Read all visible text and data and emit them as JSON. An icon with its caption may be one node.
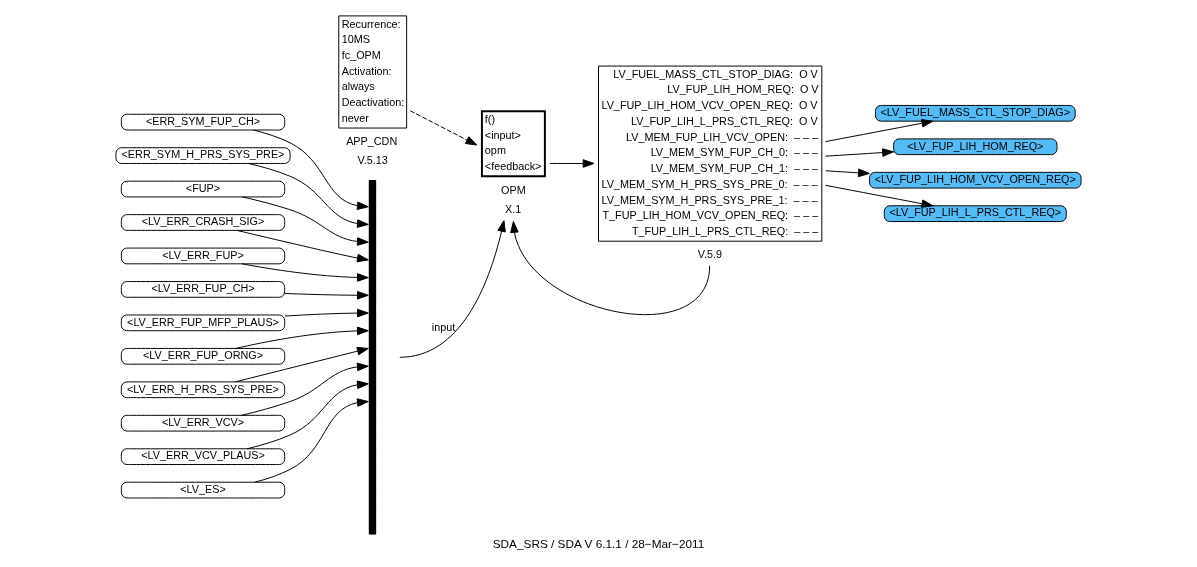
{
  "diagram": {
    "caption": "SDA_SRS / SDA V 6.1.1 / 28−Mar−2011",
    "nodes": [
      {
        "text": [
          "Recurrence:",
          "10MS",
          "fc_OPM",
          "Activation:",
          "always",
          "Deactivation:",
          "never"
        ],
        "beside": [
          "APP_CDN",
          "V.5.13"
        ]
      },
      {
        "text": [
          "<ERR_SYM_FUP_CH>"
        ]
      },
      {
        "text": [
          "<ERR_SYM_H_PRS_SYS_PRE>"
        ]
      },
      {
        "text": [
          "<FUP>"
        ]
      },
      {
        "text": [
          "<LV_ERR_CRASH_SIG>"
        ]
      },
      {
        "text": [
          "<LV_ERR_FUP>"
        ]
      },
      {
        "text": [
          "<LV_ERR_FUP_CH>"
        ]
      },
      {
        "text": [
          "<LV_ERR_FUP_MFP_PLAUS>"
        ]
      },
      {
        "text": [
          "<LV_ERR_FUP_ORNG>"
        ]
      },
      {
        "text": [
          "<LV_ERR_H_PRS_SYS_PRE>"
        ]
      },
      {
        "text": [
          "<LV_ERR_VCV>"
        ]
      },
      {
        "text": [
          "<LV_ERR_VCV_PLAUS>"
        ]
      },
      {
        "text": [
          "<LV_ES>"
        ]
      },
      {
        "text": [],
        "shape": "bar"
      },
      {
        "text": [
          "f()",
          "<input>",
          "opm",
          "<feedback>"
        ],
        "beside": [
          "OPM",
          "X.1"
        ]
      },
      {
        "text": [
          "LV_FUEL_MASS_CTL_STOP_DIAG:  O V",
          "LV_FUP_LIH_HOM_REQ:  O V",
          "LV_FUP_LIH_HOM_VCV_OPEN_REQ:  O V",
          "LV_FUP_LIH_L_PRS_CTL_REQ:  O V",
          "LV_MEM_FUP_LIH_VCV_OPEN:  – – –",
          "LV_MEM_SYM_FUP_CH_0:  – – –",
          "LV_MEM_SYM_FUP_CH_1:  – – –",
          "LV_MEM_SYM_H_PRS_SYS_PRE_0:  – – –",
          "LV_MEM_SYM_H_PRS_SYS_PRE_1:  – – –",
          "T_FUP_LIH_HOM_VCV_OPEN_REQ:  – – –",
          "T_FUP_LIH_L_PRS_CTL_REQ:  – – –"
        ],
        "beside": [
          "V.5.9"
        ]
      },
      {
        "text": [
          "<LV_FUEL_MASS_CTL_STOP_DIAG>"
        ]
      },
      {
        "text": [
          "<LV_FUP_LIH_HOM_REQ>"
        ]
      },
      {
        "text": [
          "<LV_FUP_LIH_HOM_VCV_OPEN_REQ>"
        ]
      },
      {
        "text": [
          "<LV_FUP_LIH_L_PRS_CTL_REQ>"
        ]
      }
    ],
    "edges": [
      {
        "from": 0,
        "to": 14,
        "arrow": "to",
        "style": "dashed"
      },
      {
        "from": 1,
        "to": 13,
        "arrow": "to"
      },
      {
        "from": 2,
        "to": 13,
        "arrow": "to"
      },
      {
        "from": 3,
        "to": 13,
        "arrow": "to"
      },
      {
        "from": 4,
        "to": 13,
        "arrow": "to"
      },
      {
        "from": 5,
        "to": 13,
        "arrow": "to"
      },
      {
        "from": 6,
        "to": 13,
        "arrow": "to"
      },
      {
        "from": 7,
        "to": 13,
        "arrow": "to"
      },
      {
        "from": 8,
        "to": 13,
        "arrow": "to"
      },
      {
        "from": 9,
        "to": 13,
        "arrow": "to"
      },
      {
        "from": 10,
        "to": 13,
        "arrow": "to"
      },
      {
        "from": 11,
        "to": 13,
        "arrow": "to"
      },
      {
        "from": 12,
        "to": 13,
        "arrow": "to"
      },
      {
        "from": 13,
        "to": 14,
        "arrow": "to",
        "label": "input"
      },
      {
        "from": 14,
        "to": 15,
        "arrow": "to"
      },
      {
        "from": 15,
        "to": 14,
        "arrow": "to"
      },
      {
        "from": 15,
        "to": 16,
        "arrow": "to"
      },
      {
        "from": 15,
        "to": 17,
        "arrow": "to"
      },
      {
        "from": 15,
        "to": 18,
        "arrow": "to"
      },
      {
        "from": 15,
        "to": 19,
        "arrow": "to"
      }
    ]
  }
}
